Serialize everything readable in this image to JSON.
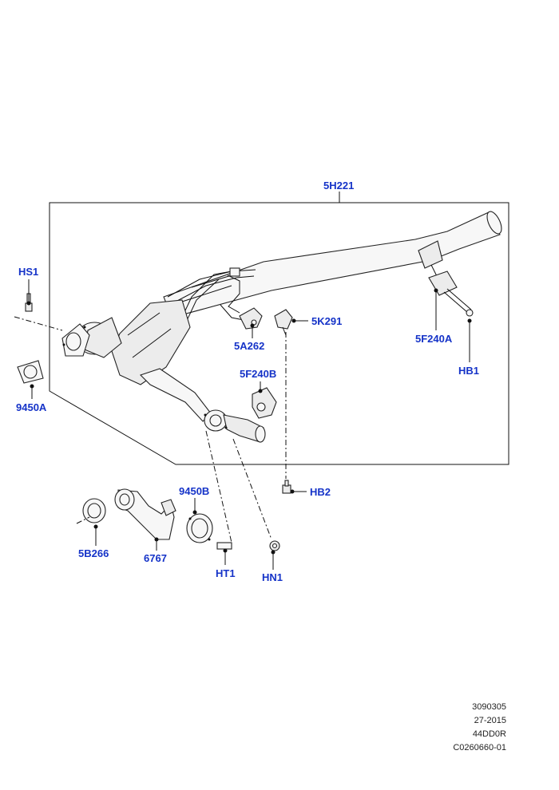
{
  "callouts": {
    "assembly": "5H221",
    "hs1": "HS1",
    "g9450a": "9450A",
    "a5262": "5A262",
    "k5291": "5K291",
    "f5240a": "5F240A",
    "hb1": "HB1",
    "f5240b": "5F240B",
    "hb2": "HB2",
    "g9450b": "9450B",
    "b5266": "5B266",
    "p6767": "6767",
    "ht1": "HT1",
    "hn1": "HN1"
  },
  "meta": {
    "line1": "3090305",
    "line2": "27-2015",
    "line3": "44DD0R",
    "line4": "C0260660-01"
  }
}
